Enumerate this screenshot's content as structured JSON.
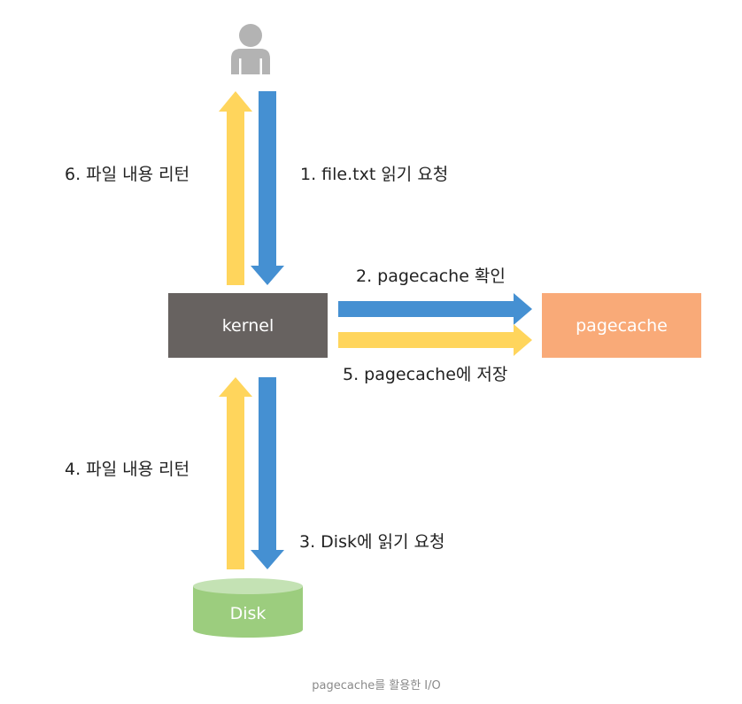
{
  "nodes": {
    "user": {
      "icon": "user-icon"
    },
    "kernel": {
      "label": "kernel"
    },
    "pagecache": {
      "label": "pagecache"
    },
    "disk": {
      "label": "Disk"
    }
  },
  "steps": {
    "step1": "1. file.txt 읽기 요청",
    "step2": "2. pagecache 확인",
    "step3": "3. Disk에 읽기 요청",
    "step4": "4. 파일 내용 리턴",
    "step5": "5. pagecache에 저장",
    "step6": "6. 파일 내용 리턴"
  },
  "caption": "pagecache를 활용한 I/O",
  "colors": {
    "request_arrow": "#4590d2",
    "return_arrow": "#ffd55c",
    "kernel_box": "#676260",
    "pagecache_box": "#f9aa78",
    "disk_body": "#9ccd7e",
    "disk_top": "#c4e2b4",
    "user_icon": "#b3b3b3"
  }
}
